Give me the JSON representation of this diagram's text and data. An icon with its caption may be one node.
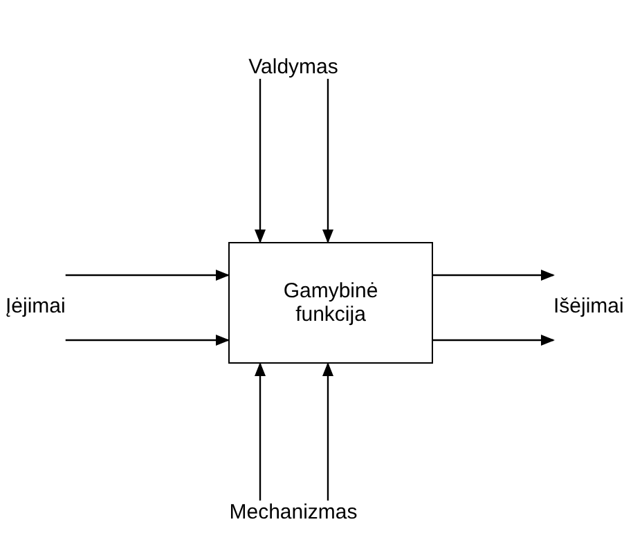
{
  "diagram": {
    "nodes": [
      {
        "text": [
          "Valdymas"
        ]
      },
      {
        "text": [
          "Įėjimai"
        ]
      },
      {
        "text": [
          "Gamybinė funkcija"
        ]
      },
      {
        "text": [
          "Išėjimai"
        ]
      },
      {
        "text": [
          "Mechanizmas"
        ]
      }
    ],
    "edges": [
      {
        "from": 0,
        "to": 2,
        "arrow": "to"
      },
      {
        "from": 0,
        "to": 2,
        "arrow": "to"
      },
      {
        "from": 1,
        "to": 2,
        "arrow": "to"
      },
      {
        "from": 1,
        "to": 2,
        "arrow": "to"
      },
      {
        "from": 2,
        "to": 3,
        "arrow": "to"
      },
      {
        "from": 2,
        "to": 3,
        "arrow": "to"
      },
      {
        "from": 4,
        "to": 2,
        "arrow": "to"
      },
      {
        "from": 4,
        "to": 2,
        "arrow": "to"
      }
    ]
  }
}
